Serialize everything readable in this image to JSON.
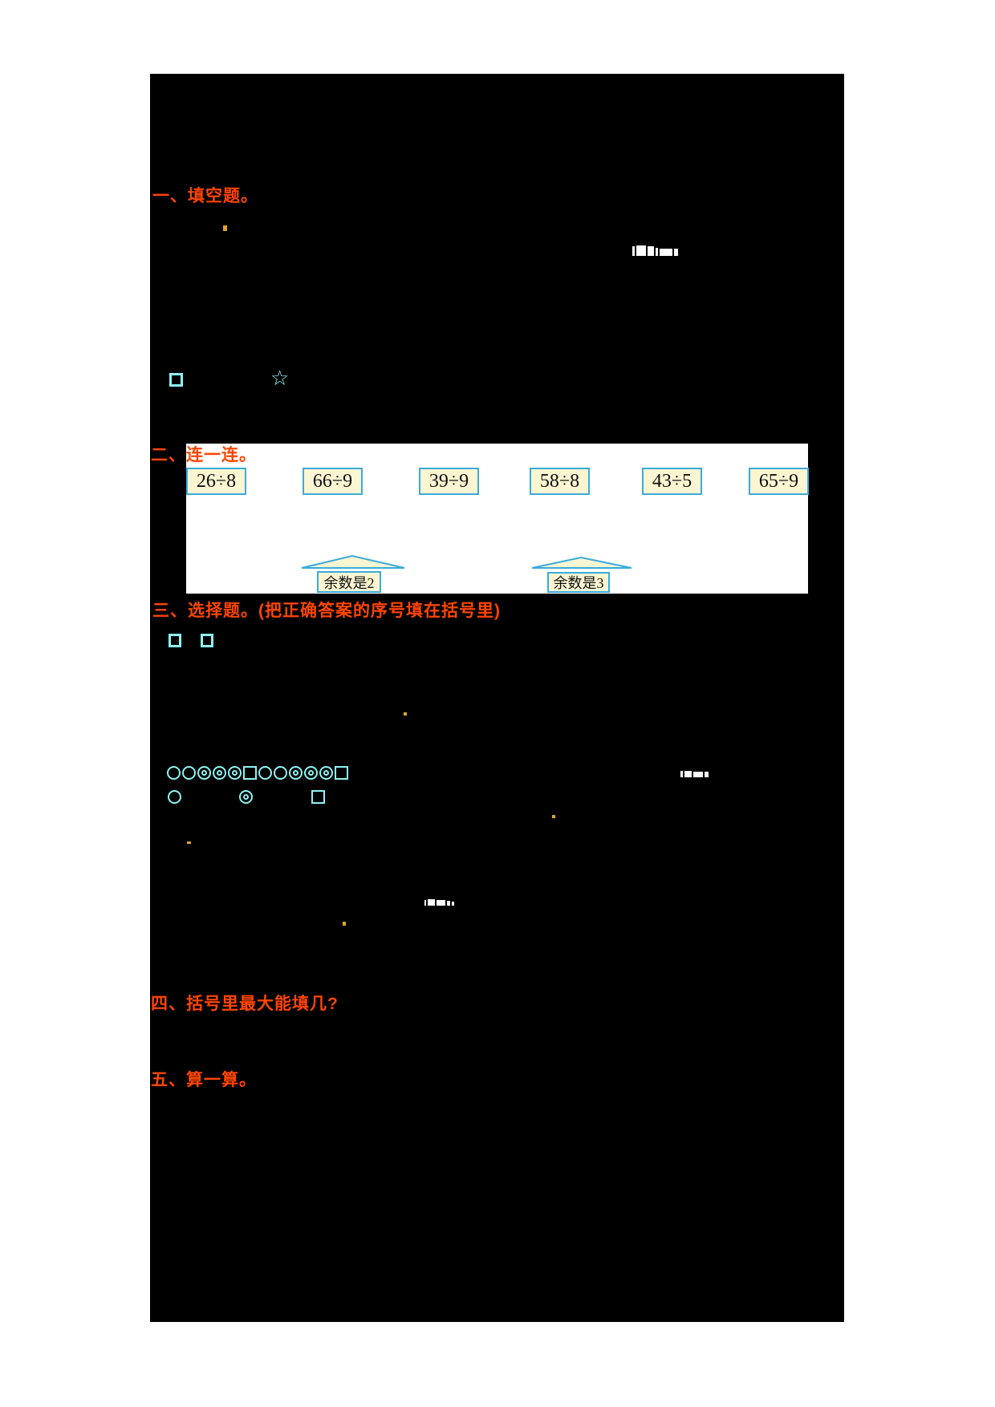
{
  "document": {
    "sections": [
      {
        "id": "one",
        "title": "一、填空题。"
      },
      {
        "id": "two",
        "title": "二、连一连。",
        "problems": [
          "26÷8",
          "66÷9",
          "39÷9",
          "58÷8",
          "43÷5",
          "65÷9"
        ],
        "remainders": [
          "余数是2",
          "余数是3"
        ]
      },
      {
        "id": "three",
        "title": "三、选择题。(把正确答案的序号填在括号里)",
        "symbol_row": [
          "circle",
          "circle",
          "target",
          "target",
          "target",
          "square",
          "circle",
          "circle",
          "target",
          "target",
          "target",
          "square"
        ],
        "option_symbols": [
          "circle",
          "target",
          "square"
        ]
      },
      {
        "id": "four",
        "title": "四、括号里最大能填几?"
      },
      {
        "id": "five",
        "title": "五、算一算。"
      }
    ],
    "question1_shapes": {
      "square_icon": "square-outline",
      "star_icon": "star-outline",
      "star_glyph": "☆"
    },
    "colors": {
      "page_background": "#000000",
      "heading_red": "#ff4500",
      "shape_cyan": "#8df4f4",
      "box_border_blue": "#3aabdc",
      "box_fill_cream": "#fbf5d2"
    }
  }
}
